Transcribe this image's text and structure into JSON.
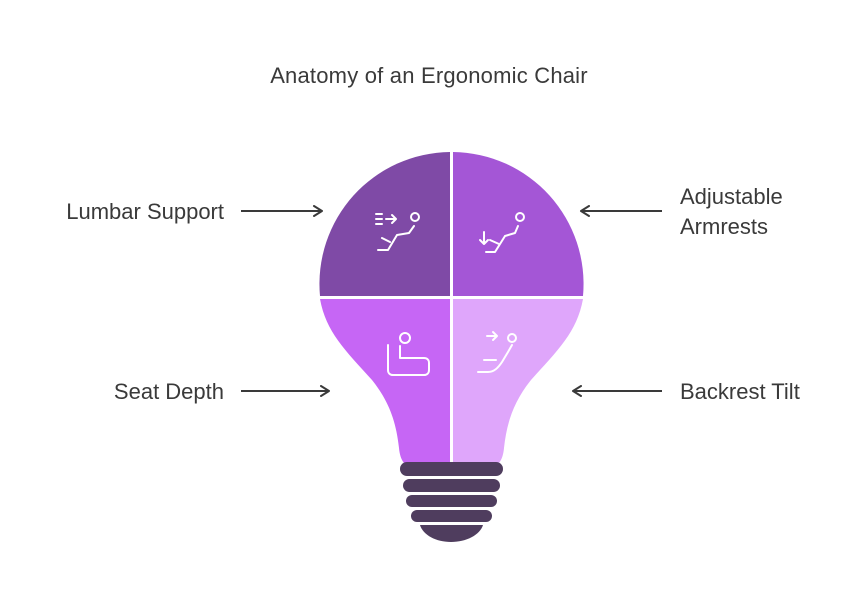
{
  "title": "Anatomy of an Ergonomic Chair",
  "segments": [
    {
      "label_lines": [
        "Lumbar Support"
      ],
      "icon": "lumbar-support-icon",
      "color": "#7f4aa6"
    },
    {
      "label_lines": [
        "Adjustable",
        "Armrests"
      ],
      "icon": "armrest-adjust-icon",
      "color": "#a456d6"
    },
    {
      "label_lines": [
        "Seat Depth"
      ],
      "icon": "seat-depth-icon",
      "color": "#c666f5"
    },
    {
      "label_lines": [
        "Backrest Tilt"
      ],
      "icon": "backrest-tilt-icon",
      "color": "#dfa6fb"
    }
  ],
  "colors": {
    "base": "#4f3d5e",
    "text": "#3a3a3a",
    "arrow": "#3a3a3a",
    "icon_stroke": "#ffffff"
  }
}
